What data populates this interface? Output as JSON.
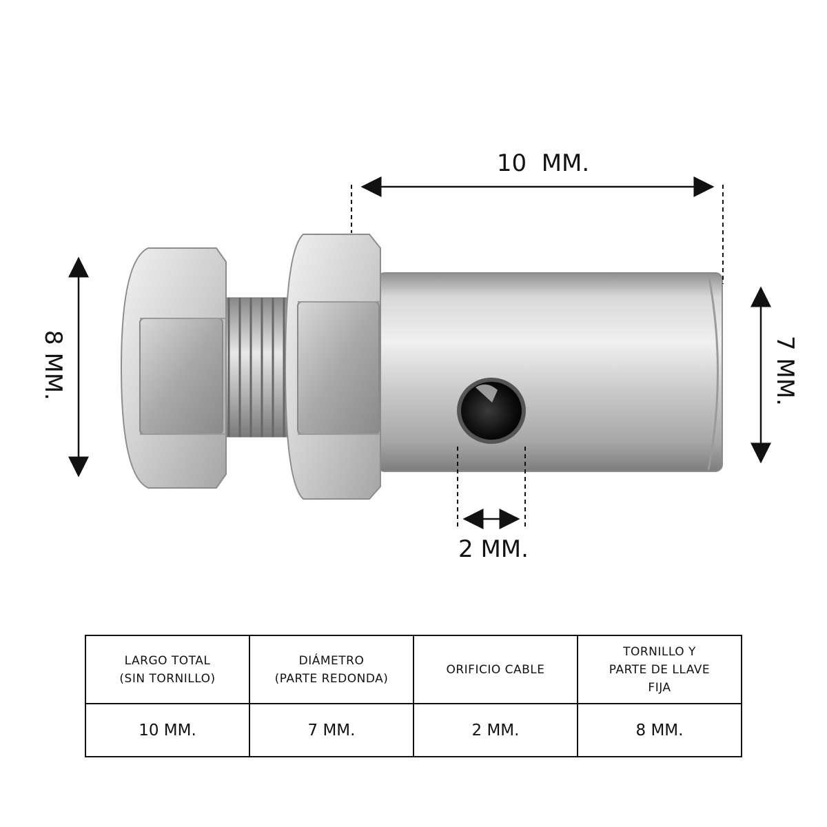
{
  "dimensions": {
    "length_label": "10  MM.",
    "height_label": "8 MM.",
    "diameter_label": "7 MM.",
    "hole_label": "2 MM."
  },
  "table": {
    "headers": [
      "LARGO TOTAL\n(SIN TORNILLO)",
      "DIÁMETRO\n(PARTE REDONDA)",
      "ORIFICIO CABLE",
      "TORNILLO Y\nPARTE DE LLAVE\nFIJA"
    ],
    "values": [
      "10 MM.",
      "7 MM.",
      "2 MM.",
      "8 MM."
    ]
  },
  "colors": {
    "ink": "#111111",
    "metal_light": "#e6e6e6",
    "metal_mid": "#b9b9b9",
    "metal_dark": "#7a7a7a",
    "hole": "#1a1a1a"
  }
}
